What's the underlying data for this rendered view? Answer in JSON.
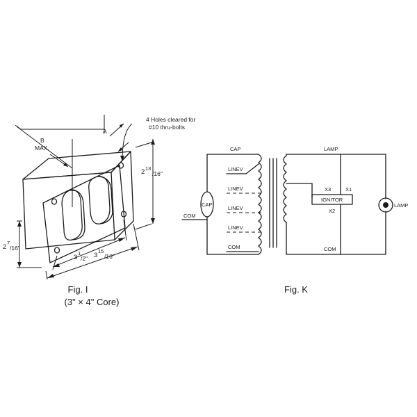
{
  "fig_i": {
    "caption": "Fig. I",
    "subcaption": "(3\" × 4\" Core)",
    "holes_note_line1": "4 Holes cleared for",
    "holes_note_line2": "#10 thru-bolts",
    "dim_a": "A",
    "dim_b": "B",
    "dim_b_max": "MAX.",
    "dim_height": {
      "whole": "2",
      "num": "13",
      "den": "/16\""
    },
    "dim_depth": {
      "whole": "2",
      "num": "7",
      "den": "/16\""
    },
    "dim_mount": {
      "whole": "3",
      "num": "1",
      "den": "/2\""
    },
    "dim_length": {
      "whole": "3",
      "num": "15",
      "den": "/16\""
    }
  },
  "fig_k": {
    "caption": "Fig. K",
    "cap_top": "CAP",
    "lamp_top": "LAMP",
    "cap_circle": "CAP",
    "com_left": "COM",
    "taps": [
      "LINEV",
      "LINEV",
      "LINEV",
      "LINEV"
    ],
    "com_coil": "COM",
    "com_bottom": "COM",
    "ignitor": "IGNITOR",
    "x1": "X1",
    "x2": "X2",
    "x3": "X3",
    "lamp_right": "LAMP"
  }
}
